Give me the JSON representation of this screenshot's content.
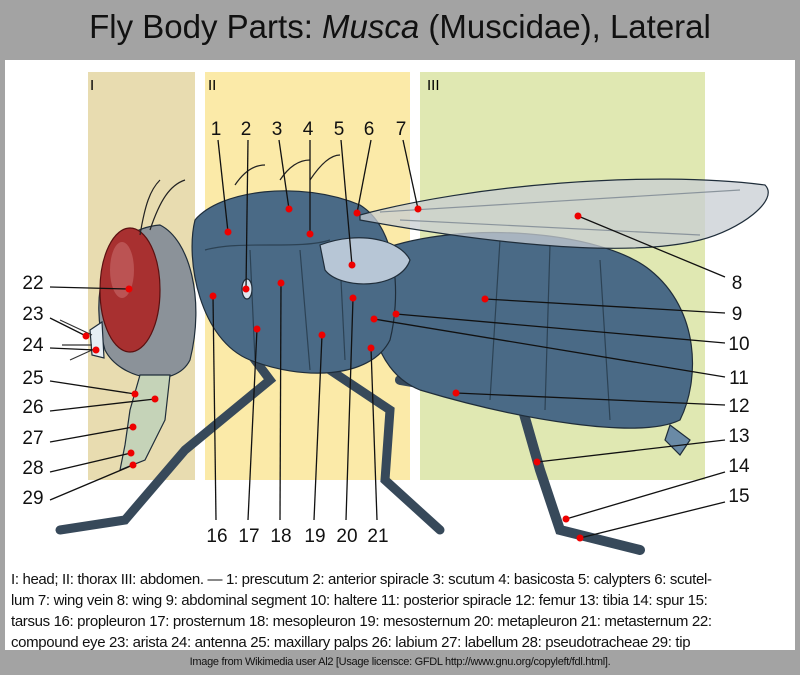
{
  "title": {
    "prefix": "Fly Body Parts: ",
    "genus": "Musca",
    "suffix": " (Muscidae), Lateral"
  },
  "regions": [
    {
      "label": "I",
      "color": "#e8dcb0"
    },
    {
      "label": "II",
      "color": "#fbeaa8"
    },
    {
      "label": "III",
      "color": "#e0e8b2"
    }
  ],
  "labels": [
    "1",
    "2",
    "3",
    "4",
    "5",
    "6",
    "7",
    "8",
    "9",
    "10",
    "11",
    "12",
    "13",
    "14",
    "15",
    "16",
    "17",
    "18",
    "19",
    "20",
    "21",
    "22",
    "23",
    "24",
    "25",
    "26",
    "27",
    "28",
    "29"
  ],
  "caption_lines": [
    "I: head; II: thorax III: abdomen. — 1: prescutum 2: anterior spiracle 3: scutum 4: basicosta 5: calypters 6: scutel-",
    "lum 7: wing vein 8: wing 9: abdominal segment 10: haltere 11: posterior spiracle 12: femur 13: tibia 14: spur 15:",
    "tarsus 16: propleuron 17: prosternum 18: mesopleuron 19: mesosternum 20: metapleuron 21: metasternum 22:",
    "compound eye 23: arista 24: antenna 25: maxillary palps 26: labium 27: labellum 28: pseudotracheae 29: tip"
  ],
  "footer": "Image from Wikimedia user Al2 [Usage licensce: GFDL http://www.gnu.org/copyleft/fdl.html].",
  "colors": {
    "marker": "#ee0000",
    "body": "#4a6a86",
    "eye": "#a83030"
  }
}
